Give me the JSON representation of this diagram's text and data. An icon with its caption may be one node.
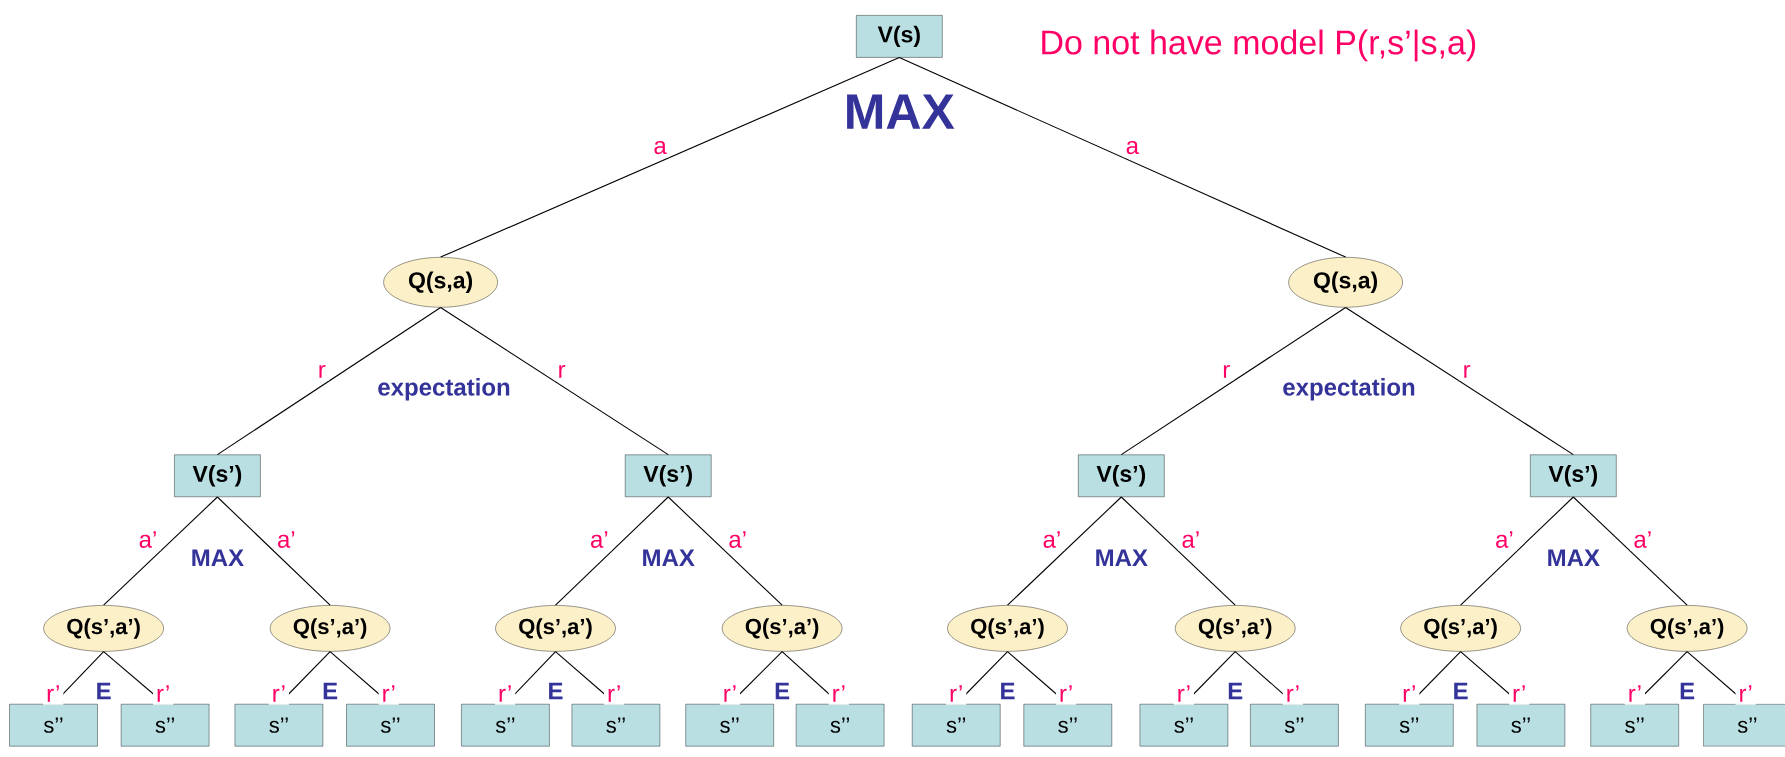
{
  "diagram": {
    "title": "Do not have model P(r,s’|s,a)",
    "nodes": [
      {
        "text": [
          "V(s)"
        ]
      },
      {
        "text": [
          "Q(s,a)"
        ]
      },
      {
        "text": [
          "Q(s,a)"
        ]
      },
      {
        "text": [
          "V(s’)"
        ]
      },
      {
        "text": [
          "V(s’)"
        ]
      },
      {
        "text": [
          "V(s’)"
        ]
      },
      {
        "text": [
          "V(s’)"
        ]
      },
      {
        "text": [
          "Q(s’,a’)"
        ]
      },
      {
        "text": [
          "Q(s’,a’)"
        ]
      },
      {
        "text": [
          "Q(s’,a’)"
        ]
      },
      {
        "text": [
          "Q(s’,a’)"
        ]
      },
      {
        "text": [
          "Q(s’,a’)"
        ]
      },
      {
        "text": [
          "Q(s’,a’)"
        ]
      },
      {
        "text": [
          "Q(s’,a’)"
        ]
      },
      {
        "text": [
          "Q(s’,a’)"
        ]
      },
      {
        "text": [
          "s’’"
        ]
      },
      {
        "text": [
          "s’’"
        ]
      },
      {
        "text": [
          "s’’"
        ]
      },
      {
        "text": [
          "s’’"
        ]
      },
      {
        "text": [
          "s’’"
        ]
      },
      {
        "text": [
          "s’’"
        ]
      },
      {
        "text": [
          "s’’"
        ]
      },
      {
        "text": [
          "s’’"
        ]
      },
      {
        "text": [
          "s’’"
        ]
      },
      {
        "text": [
          "s’’"
        ]
      },
      {
        "text": [
          "s’’"
        ]
      },
      {
        "text": [
          "s’’"
        ]
      },
      {
        "text": [
          "s’’"
        ]
      },
      {
        "text": [
          "s’’"
        ]
      },
      {
        "text": [
          "s’’"
        ]
      },
      {
        "text": [
          "s’’"
        ]
      }
    ],
    "edges": [
      {
        "from": 0,
        "to": 1,
        "arrow": "none",
        "label": "a"
      },
      {
        "from": 0,
        "to": 2,
        "arrow": "none",
        "label": "a"
      },
      {
        "from": 1,
        "to": 3,
        "arrow": "none",
        "label": "r"
      },
      {
        "from": 1,
        "to": 4,
        "arrow": "none",
        "label": "r"
      },
      {
        "from": 2,
        "to": 5,
        "arrow": "none",
        "label": "r"
      },
      {
        "from": 2,
        "to": 6,
        "arrow": "none",
        "label": "r"
      },
      {
        "from": 3,
        "to": 7,
        "arrow": "none",
        "label": "a’"
      },
      {
        "from": 3,
        "to": 8,
        "arrow": "none",
        "label": "a’"
      },
      {
        "from": 4,
        "to": 9,
        "arrow": "none",
        "label": "a’"
      },
      {
        "from": 4,
        "to": 10,
        "arrow": "none",
        "label": "a’"
      },
      {
        "from": 5,
        "to": 11,
        "arrow": "none",
        "label": "a’"
      },
      {
        "from": 5,
        "to": 12,
        "arrow": "none",
        "label": "a’"
      },
      {
        "from": 6,
        "to": 13,
        "arrow": "none",
        "label": "a’"
      },
      {
        "from": 6,
        "to": 14,
        "arrow": "none",
        "label": "a’"
      },
      {
        "from": 7,
        "to": 15,
        "arrow": "none",
        "label": "r’"
      },
      {
        "from": 7,
        "to": 16,
        "arrow": "none",
        "label": "r’"
      },
      {
        "from": 8,
        "to": 17,
        "arrow": "none",
        "label": "r’"
      },
      {
        "from": 8,
        "to": 18,
        "arrow": "none",
        "label": "r’"
      },
      {
        "from": 9,
        "to": 19,
        "arrow": "none",
        "label": "r’"
      },
      {
        "from": 9,
        "to": 20,
        "arrow": "none",
        "label": "r’"
      },
      {
        "from": 10,
        "to": 21,
        "arrow": "none",
        "label": "r’"
      },
      {
        "from": 10,
        "to": 22,
        "arrow": "none",
        "label": "r’"
      },
      {
        "from": 11,
        "to": 23,
        "arrow": "none",
        "label": "r’"
      },
      {
        "from": 11,
        "to": 24,
        "arrow": "none",
        "label": "r’"
      },
      {
        "from": 12,
        "to": 25,
        "arrow": "none",
        "label": "r’"
      },
      {
        "from": 12,
        "to": 26,
        "arrow": "none",
        "label": "r’"
      },
      {
        "from": 13,
        "to": 27,
        "arrow": "none",
        "label": "r’"
      },
      {
        "from": 13,
        "to": 28,
        "arrow": "none",
        "label": "r’"
      },
      {
        "from": 14,
        "to": 29,
        "arrow": "none",
        "label": "r’"
      },
      {
        "from": 14,
        "to": 30,
        "arrow": "none",
        "label": "r’"
      }
    ],
    "labels": [
      "MAX",
      "expectation",
      "expectation",
      "MAX",
      "MAX",
      "MAX",
      "MAX",
      "E",
      "E",
      "E",
      "E",
      "E",
      "E",
      "E",
      "E"
    ]
  }
}
